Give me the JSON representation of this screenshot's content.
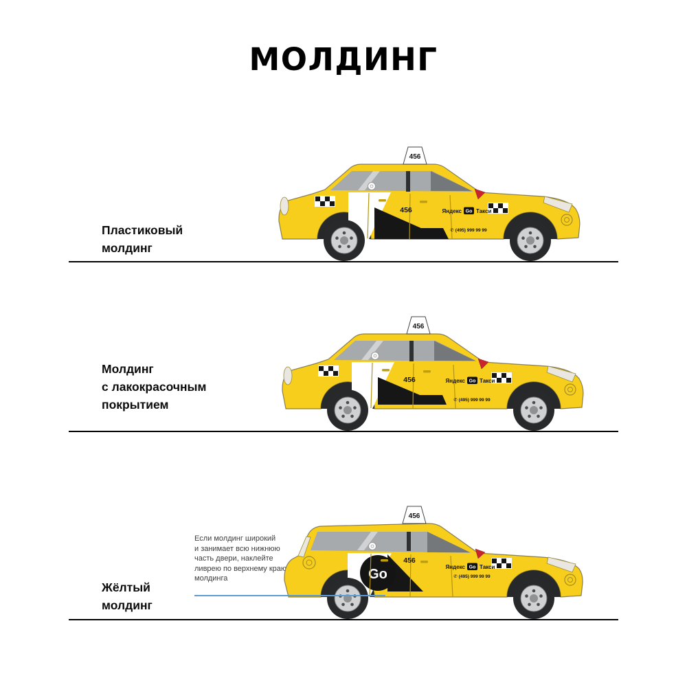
{
  "page": {
    "title": "МОЛДИНГ"
  },
  "colors": {
    "taxi_yellow": "#F7CE1B",
    "livery_black": "#161616",
    "livery_white": "#FFFFFF",
    "window_gray": "#A6AAAC",
    "mirror_red": "#C9252C",
    "pointer_line_blue": "#5B9BD5",
    "ground_line": "#000000"
  },
  "icons": {
    "phone": "✆"
  },
  "sections": [
    {
      "id": "plastic-molding",
      "label_lines": [
        "Пластиковый",
        "молдинг"
      ],
      "car": {
        "style": "sedan",
        "molding": "plastic-black",
        "roof_sign_number": "456",
        "door_number": "456",
        "brand_prefix": "Яндекс",
        "brand_go": "Go",
        "brand_suffix": "Такси",
        "phone": "(495) 999 99 99"
      }
    },
    {
      "id": "painted-molding",
      "label_lines": [
        "Молдинг",
        "с лакокрасочным",
        "покрытием"
      ],
      "car": {
        "style": "sedan",
        "molding": "painted",
        "roof_sign_number": "456",
        "door_number": "456",
        "brand_prefix": "Яндекс",
        "brand_go": "Go",
        "brand_suffix": "Такси",
        "phone": "(495) 999 99 99"
      }
    },
    {
      "id": "yellow-molding",
      "label_lines": [
        "Жёлтый",
        "молдинг"
      ],
      "annotation_lines": [
        "Если молдинг широкий",
        "и занимает всю нижнюю",
        "часть двери, наклейте",
        "ливрею по верхнему краю",
        "молдинга"
      ],
      "car": {
        "style": "hatchback",
        "molding": "yellow",
        "roof_sign_number": "456",
        "door_number": "456",
        "go_circle": "Go",
        "brand_prefix": "Яндекс",
        "brand_go": "Go",
        "brand_suffix": "Такси",
        "phone": "(495) 999 99 99"
      }
    }
  ]
}
